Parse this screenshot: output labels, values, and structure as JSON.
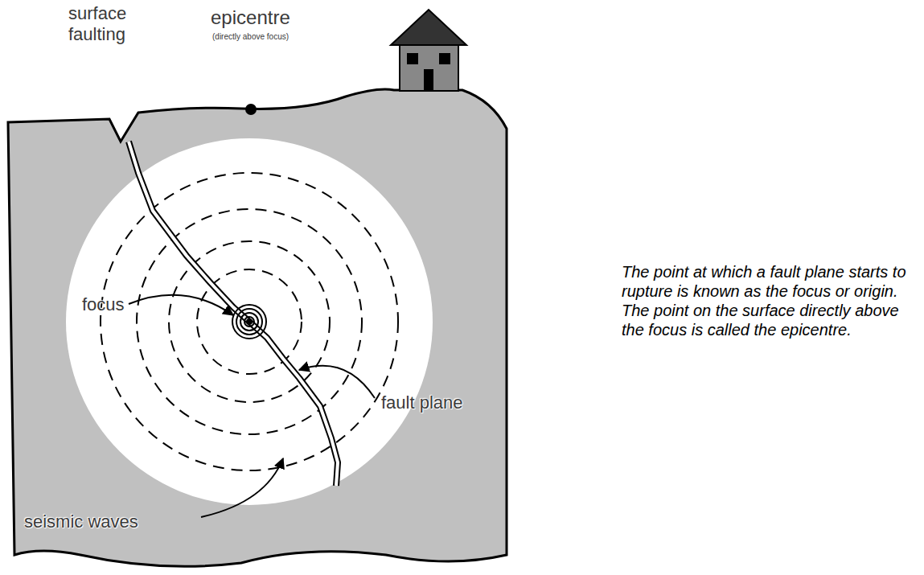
{
  "diagram": {
    "caption": "The point at which a fault plane starts to rupture is known as the focus or origin. The point on the surface directly above the focus is called the epicentre.",
    "labels": [
      "surface faulting",
      "epicentre",
      "(directly above focus)",
      "focus",
      "fault plane",
      "seismic waves"
    ]
  }
}
